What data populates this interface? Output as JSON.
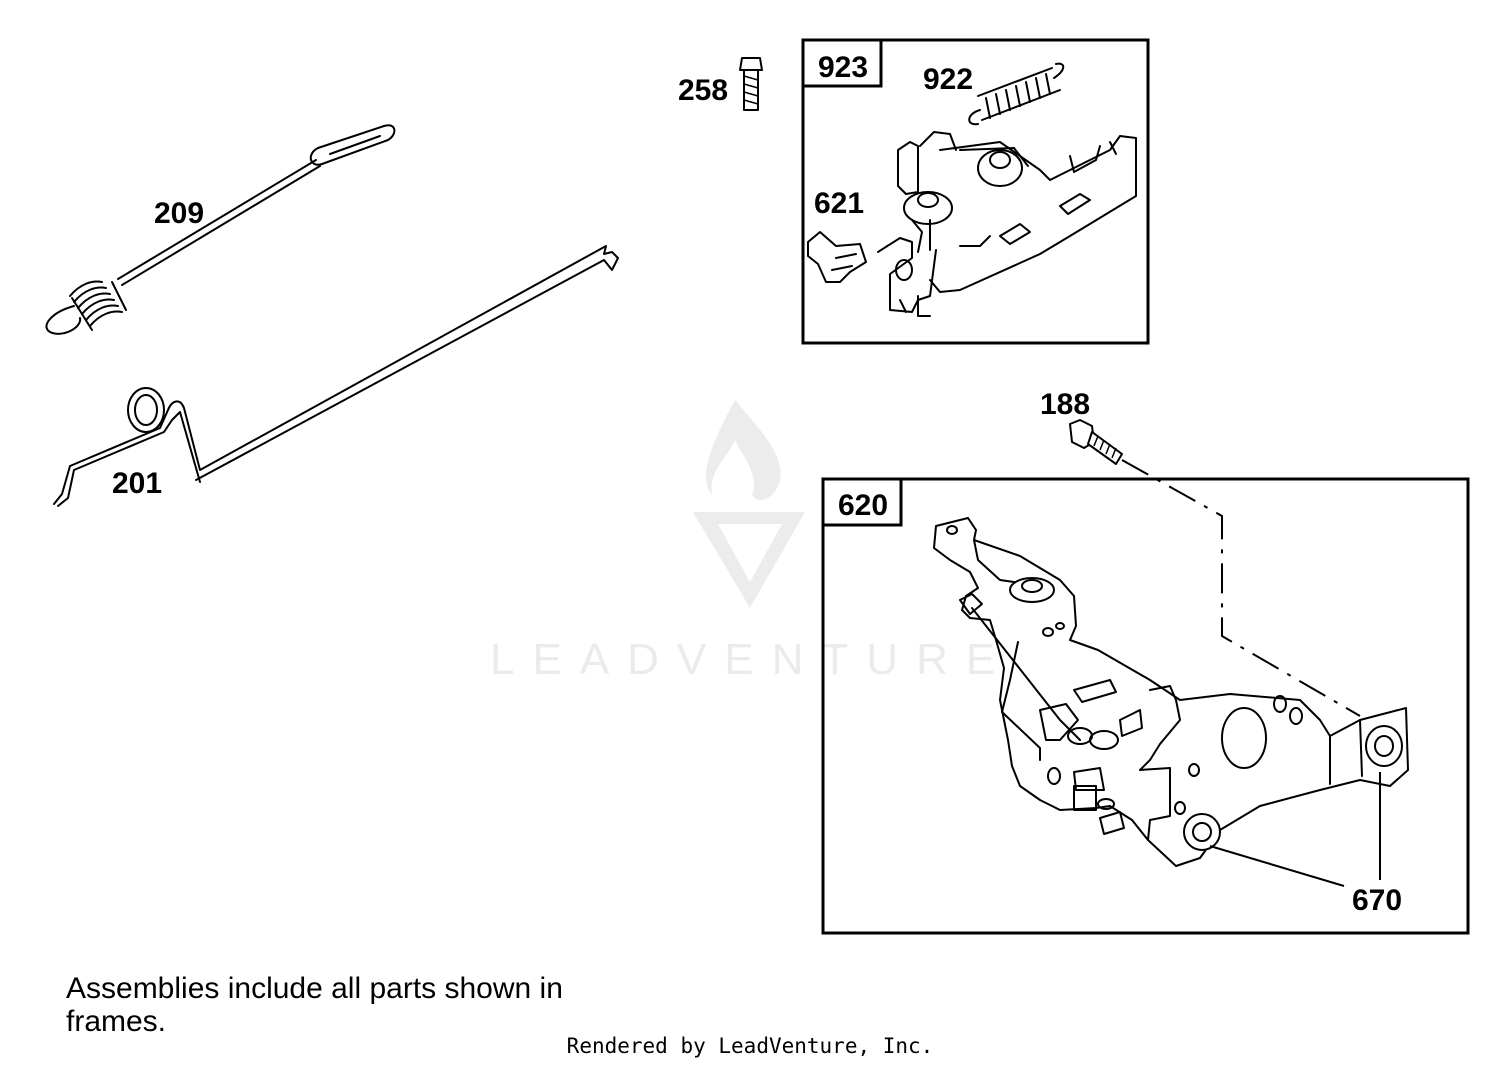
{
  "diagram": {
    "watermark": "LEADVENTURE",
    "callouts": {
      "p209": "209",
      "p201": "201",
      "p258": "258",
      "p923": "923",
      "p922": "922",
      "p621": "621",
      "p188": "188",
      "p620": "620",
      "p670": "670"
    },
    "note": "Assemblies include all parts shown in frames.",
    "footer": "Rendered by LeadVenture, Inc."
  }
}
